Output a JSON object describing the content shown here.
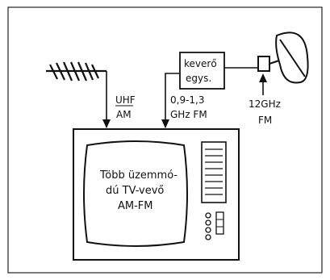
{
  "labels": {
    "uhf": "UHF",
    "am": "AM",
    "freq_line1": "0,9-1,3",
    "freq_line2": "GHz FM",
    "mixer_line1": "keverő",
    "mixer_line2": "egys.",
    "sat_line1": "12GHz",
    "sat_line2": "FM",
    "tv_line1": "Több üzemmó-",
    "tv_line2": "dú TV-vevő",
    "tv_line3": "AM-FM"
  }
}
